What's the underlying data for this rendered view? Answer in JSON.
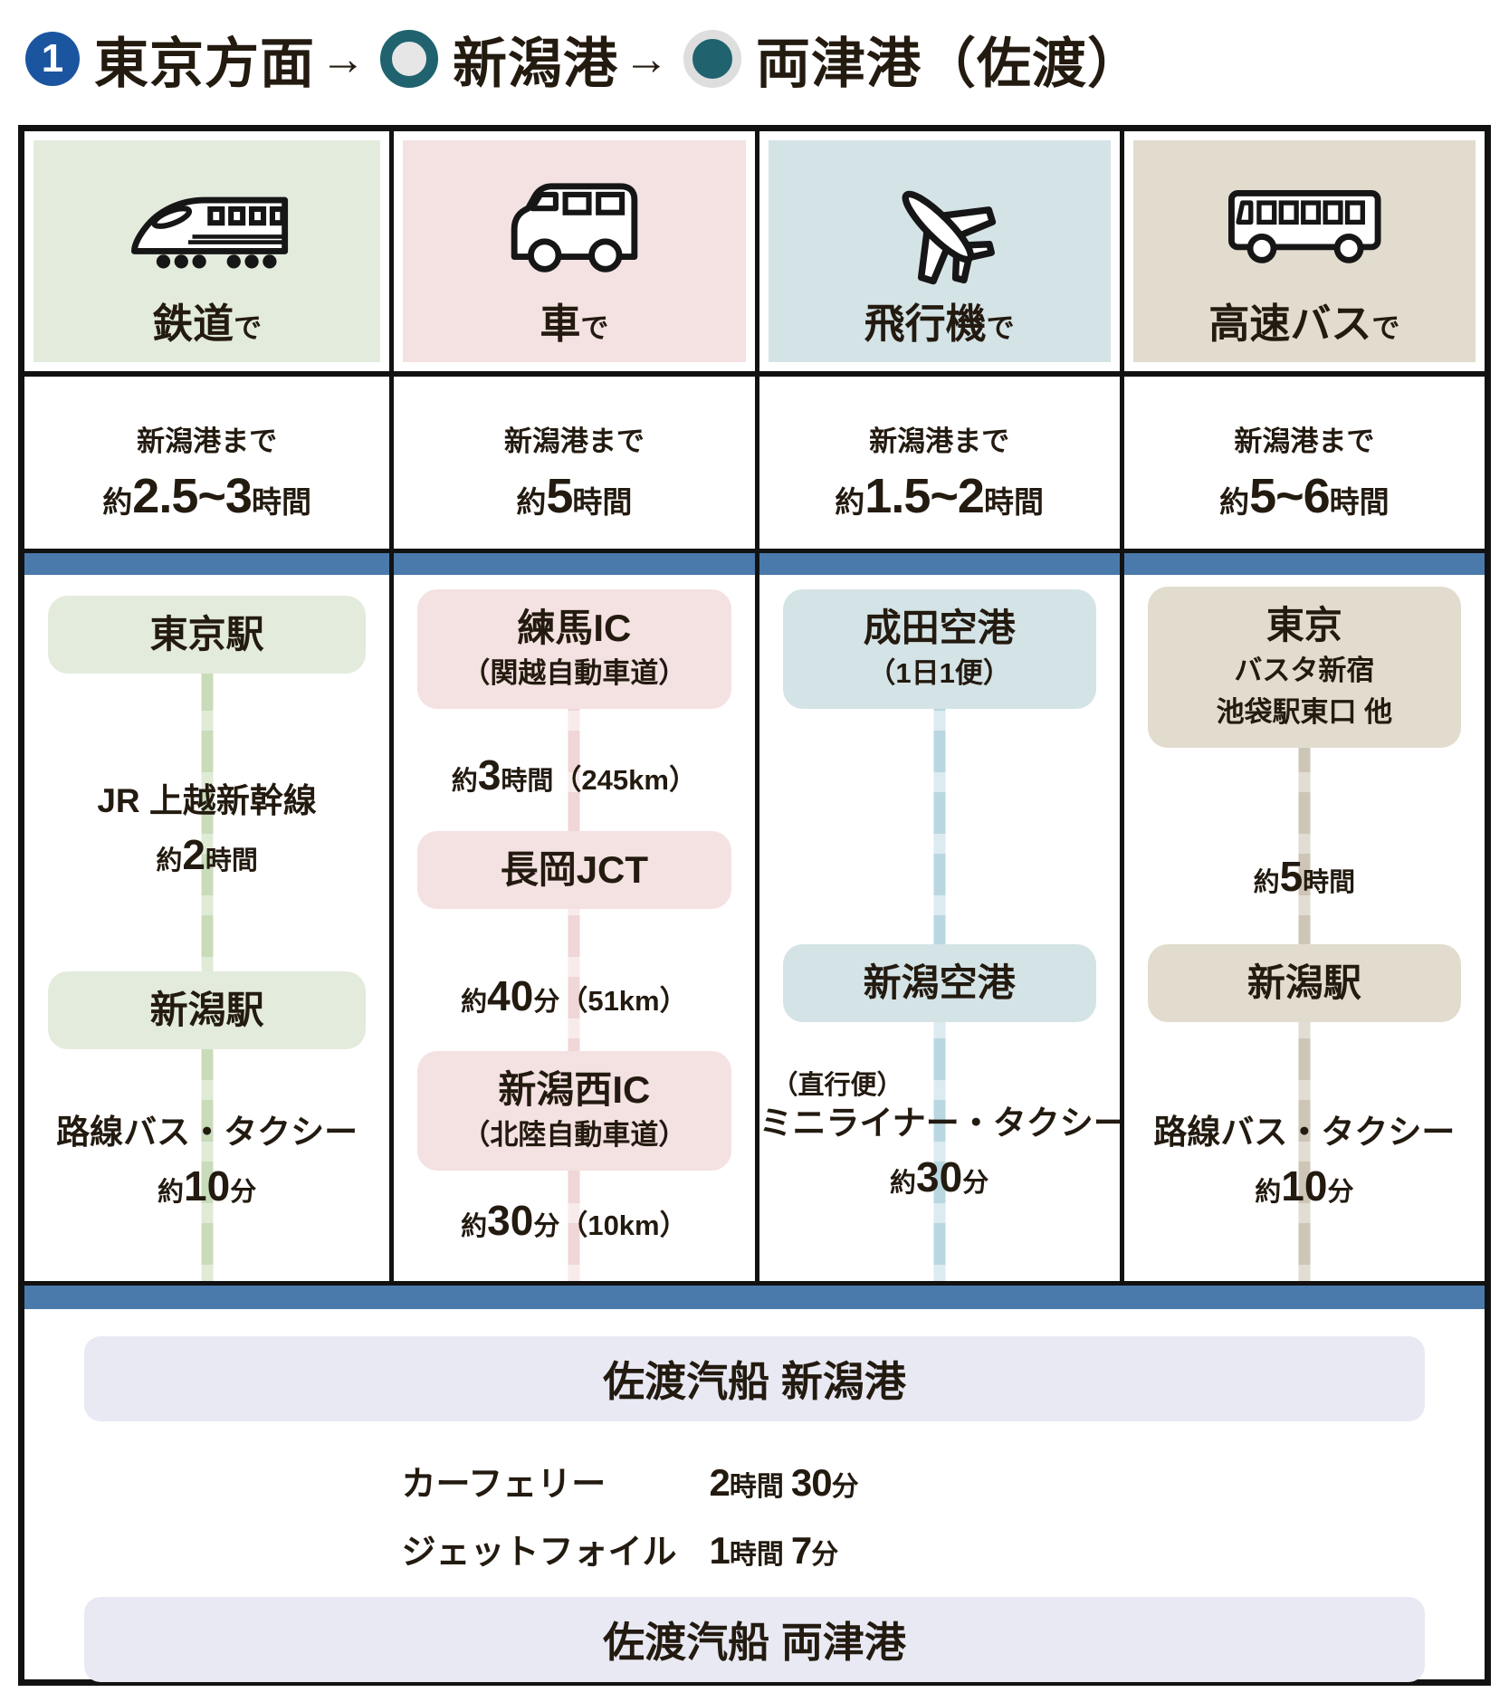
{
  "title": {
    "badge": "1",
    "from": "東京方面",
    "arrow1": "→",
    "via": "新潟港",
    "arrow2": "→",
    "to": "両津港（佐渡）"
  },
  "colors": {
    "badge_blue": "#1b55a0",
    "port_teal": "#20636f",
    "divider_blue": "#4a7aab",
    "rail_fill": "#e3ebdd",
    "car_fill": "#f4e1e1",
    "plane_fill": "#d4e3e6",
    "bus_fill": "#e2dcce",
    "ferry_fill": "#e8e9f3"
  },
  "columns": [
    {
      "key": "rail",
      "icon": "shinkansen-icon",
      "fill": "#e3ebdd",
      "line": "#c8dcba",
      "line_light": "#e0ebd6",
      "header": {
        "label": "鉄道",
        "suffix": "で"
      },
      "access": {
        "dest": "新潟港まで",
        "pre": "約",
        "num": "2.5~3",
        "unit": "時間"
      },
      "steps": [
        {
          "type": "node",
          "title": "東京駅"
        },
        {
          "type": "leg",
          "name": "JR 上越新幹線",
          "pre": "約",
          "num": "2",
          "unit": "時間"
        },
        {
          "type": "node",
          "title": "新潟駅"
        },
        {
          "type": "leg",
          "name": "路線バス・タクシー",
          "pre": "約",
          "num": "10",
          "unit": "分"
        }
      ]
    },
    {
      "key": "car",
      "icon": "car-icon",
      "fill": "#f4e1e1",
      "line": "#f0d6d6",
      "line_light": "#f8ebeb",
      "header": {
        "label": "車",
        "suffix": "で"
      },
      "access": {
        "dest": "新潟港まで",
        "pre": "約",
        "num": "5",
        "unit": "時間"
      },
      "steps": [
        {
          "type": "node",
          "title": "練馬IC",
          "sub": [
            "（関越自動車道）"
          ]
        },
        {
          "type": "leg",
          "pre": "約",
          "num": "3",
          "unit": "時間",
          "extra": "（245km）"
        },
        {
          "type": "node",
          "title": "長岡JCT"
        },
        {
          "type": "leg",
          "pre": "約",
          "num": "40",
          "unit": "分",
          "extra": "（51km）"
        },
        {
          "type": "node",
          "title": "新潟西IC",
          "sub": [
            "（北陸自動車道）"
          ]
        },
        {
          "type": "leg",
          "pre": "約",
          "num": "30",
          "unit": "分",
          "extra": "（10km）"
        }
      ]
    },
    {
      "key": "plane",
      "icon": "airplane-icon",
      "fill": "#d4e3e6",
      "line": "#b9d7e1",
      "line_light": "#dcebf0",
      "header": {
        "label": "飛行機",
        "suffix": "で"
      },
      "access": {
        "dest": "新潟港まで",
        "pre": "約",
        "num": "1.5~2",
        "unit": "時間"
      },
      "steps": [
        {
          "type": "node",
          "title": "成田空港",
          "sub": [
            "（1日1便）"
          ]
        },
        {
          "type": "node",
          "title": "新潟空港"
        },
        {
          "type": "leg",
          "note": "（直行便）",
          "name": "ミニライナー・タクシー",
          "pre": "約",
          "num": "30",
          "unit": "分"
        }
      ]
    },
    {
      "key": "bus",
      "icon": "bus-icon",
      "fill": "#e2dcce",
      "line": "#cdc5b6",
      "line_light": "#e2ddd3",
      "header": {
        "label": "高速バス",
        "suffix": "で"
      },
      "access": {
        "dest": "新潟港まで",
        "pre": "約",
        "num": "5~6",
        "unit": "時間"
      },
      "steps": [
        {
          "type": "node",
          "title": "東京",
          "sub": [
            "バスタ新宿",
            "池袋駅東口 他"
          ]
        },
        {
          "type": "leg",
          "pre": "約",
          "num": "5",
          "unit": "時間"
        },
        {
          "type": "node",
          "title": "新潟駅"
        },
        {
          "type": "leg",
          "name": "路線バス・タクシー",
          "pre": "約",
          "num": "10",
          "unit": "分"
        }
      ]
    }
  ],
  "ferry": {
    "from_port": "佐渡汽船 新潟港",
    "services": [
      {
        "name": "カーフェリー",
        "time": [
          {
            "num": "2",
            "unit": "時間"
          },
          {
            "num": "30",
            "unit": "分"
          }
        ]
      },
      {
        "name": "ジェットフォイル",
        "time": [
          {
            "num": "1",
            "unit": "時間"
          },
          {
            "num": "7",
            "unit": "分"
          }
        ]
      }
    ],
    "to_port": "佐渡汽船 両津港"
  }
}
